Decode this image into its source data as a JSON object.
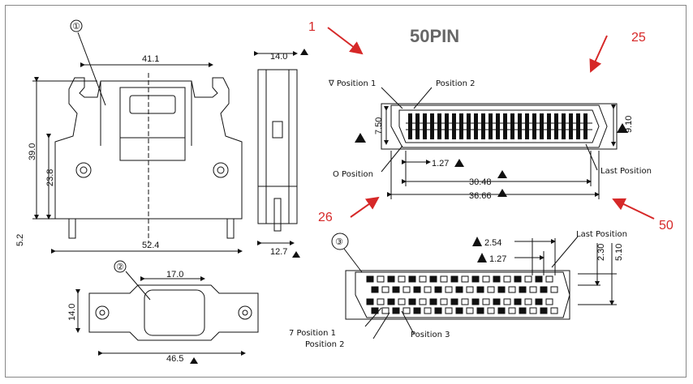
{
  "title": "50PIN",
  "callouts": {
    "c1": "①",
    "c2": "②",
    "c3": "③"
  },
  "dims": {
    "w_41_1": "41.1",
    "h_39_0": "39.0",
    "h_23_8": "23.8",
    "w_52_4": "52.4",
    "h_5_2": "5.2",
    "w_14_0_side": "14.0",
    "w_12_7": "12.7",
    "w_17_0": "17.0",
    "h_14_0_bottom": "14.0",
    "w_46_5": "46.5",
    "h_7_50": "7.50",
    "h_9_10": "9.10",
    "p_1_27": "1.27",
    "w_30_48": "30.48",
    "w_36_66": "36.66",
    "p_2_54": "2.54",
    "p_1_27_b": "1.27",
    "h_2_30": "2.30",
    "h_5_10": "5.10"
  },
  "labels": {
    "pos1_top": "∇ Position 1",
    "pos2_top": "Position 2",
    "pos0": "O Position",
    "last_top": "Last Position",
    "last_bottom": "Last Position",
    "pos1_bottom": "7 Position 1",
    "pos2_bottom": "Position 2",
    "pos3_bottom": "Position 3"
  },
  "pin_markers": {
    "p1": "1",
    "p25": "25",
    "p26": "26",
    "p50": "50"
  },
  "colors": {
    "accent_red": "#d62828",
    "title_grey": "#666666",
    "line": "#111111"
  }
}
